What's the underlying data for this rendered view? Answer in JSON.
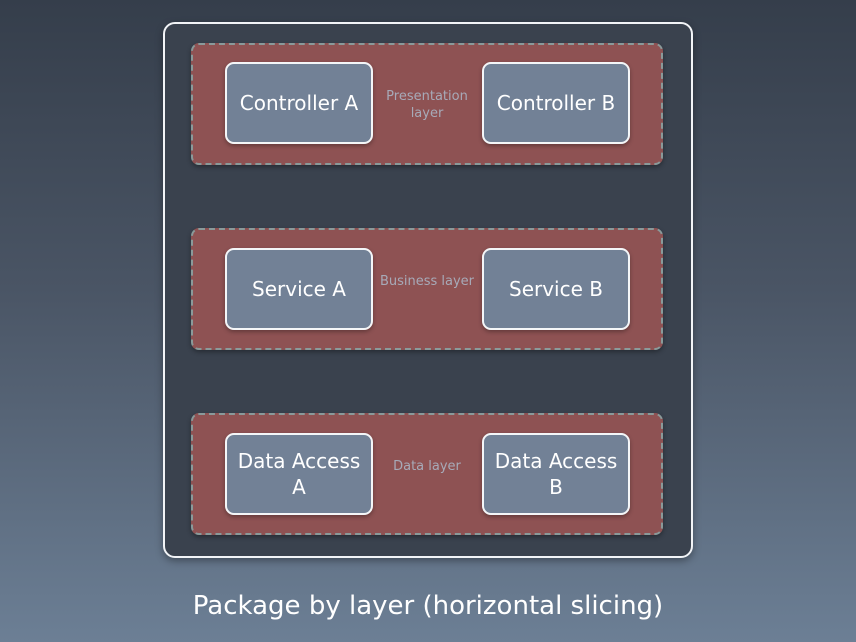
{
  "diagram": {
    "caption": "Package by layer (horizontal slicing)",
    "layers": [
      {
        "label": "Presentation layer",
        "left_component": "Controller A",
        "right_component": "Controller B"
      },
      {
        "label": "Business layer",
        "left_component": "Service A",
        "right_component": "Service B"
      },
      {
        "label": "Data layer",
        "left_component": "Data Access A",
        "right_component": "Data Access B"
      }
    ]
  }
}
